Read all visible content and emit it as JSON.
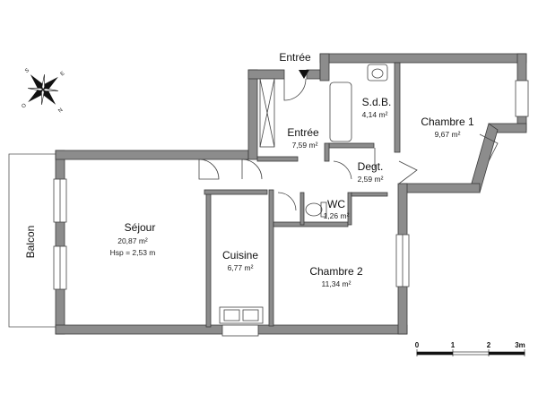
{
  "entrance_label": "Entrée",
  "rooms": {
    "sejour": {
      "name": "Séjour",
      "area": "20,87 m²",
      "height": "Hsp = 2,53 m"
    },
    "entree": {
      "name": "Entrée",
      "area": "7,59 m²"
    },
    "sdb": {
      "name": "S.d.B.",
      "area": "4,14 m²"
    },
    "chambre1": {
      "name": "Chambre 1",
      "area": "9,67 m²"
    },
    "degt": {
      "name": "Degt.",
      "area": "2,59 m²"
    },
    "wc": {
      "name": "WC",
      "area": "1,26 m²"
    },
    "cuisine": {
      "name": "Cuisine",
      "area": "6,77 m²"
    },
    "chambre2": {
      "name": "Chambre 2",
      "area": "11,34 m²"
    },
    "balcon": {
      "name": "Balcon"
    }
  },
  "scale": {
    "labels": [
      "0",
      "1",
      "2",
      "3m"
    ]
  },
  "compass": {
    "labels": [
      "S",
      "O",
      "E",
      "N"
    ]
  },
  "colors": {
    "wall": "#8c8c8c",
    "wall_outline": "#3a3a3a",
    "line": "#444444"
  }
}
